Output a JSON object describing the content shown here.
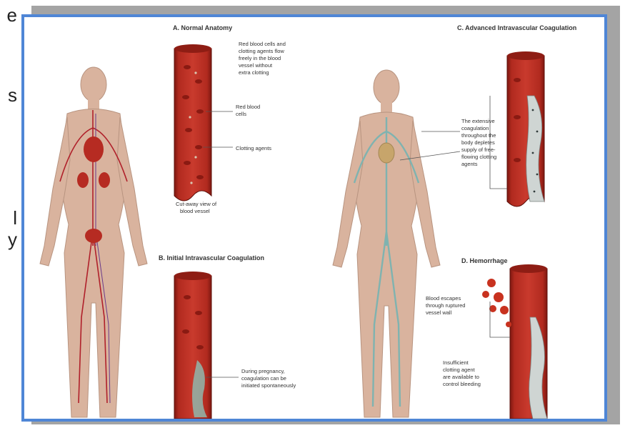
{
  "edge_text": [
    "e",
    "s",
    "l",
    "y"
  ],
  "panels": {
    "a": {
      "title": "A.  Normal Anatomy",
      "notes": [
        "Red blood cells and",
        "clotting agents flow",
        "freely in the blood",
        "vessel without",
        "extra clotting"
      ],
      "red_cells": [
        "Red blood",
        "cells"
      ],
      "clotting": "Clotting agents",
      "vessel": [
        "Cut-away view of",
        "blood vessel"
      ]
    },
    "b": {
      "title": "B.  Initial Intravascular Coagulation",
      "notes": [
        "During pregnancy,",
        "coagulation can be",
        "initiated spontaneously"
      ]
    },
    "c": {
      "title": "C.  Advanced Intravascular Coagulation",
      "notes": [
        "The extensive",
        "coagulation",
        "throughout the",
        "body depletes",
        "supply of free-",
        "flowing clotting",
        "agents"
      ]
    },
    "d": {
      "title": "D.  Hemorrhage",
      "escape": [
        "Blood escapes",
        "through ruptured",
        "vessel wall"
      ],
      "insufficient": [
        "Insufficient",
        "clotting agent",
        "are available to",
        "control bleeding"
      ]
    }
  },
  "colors": {
    "frame": "#4f86d6",
    "shadow": "#a4a4a4",
    "vessel": "#a3251d",
    "lumen": "#c83a2c",
    "skin": "#d9b39e",
    "vein": "#7fb3b0",
    "artery": "#b0202a"
  }
}
